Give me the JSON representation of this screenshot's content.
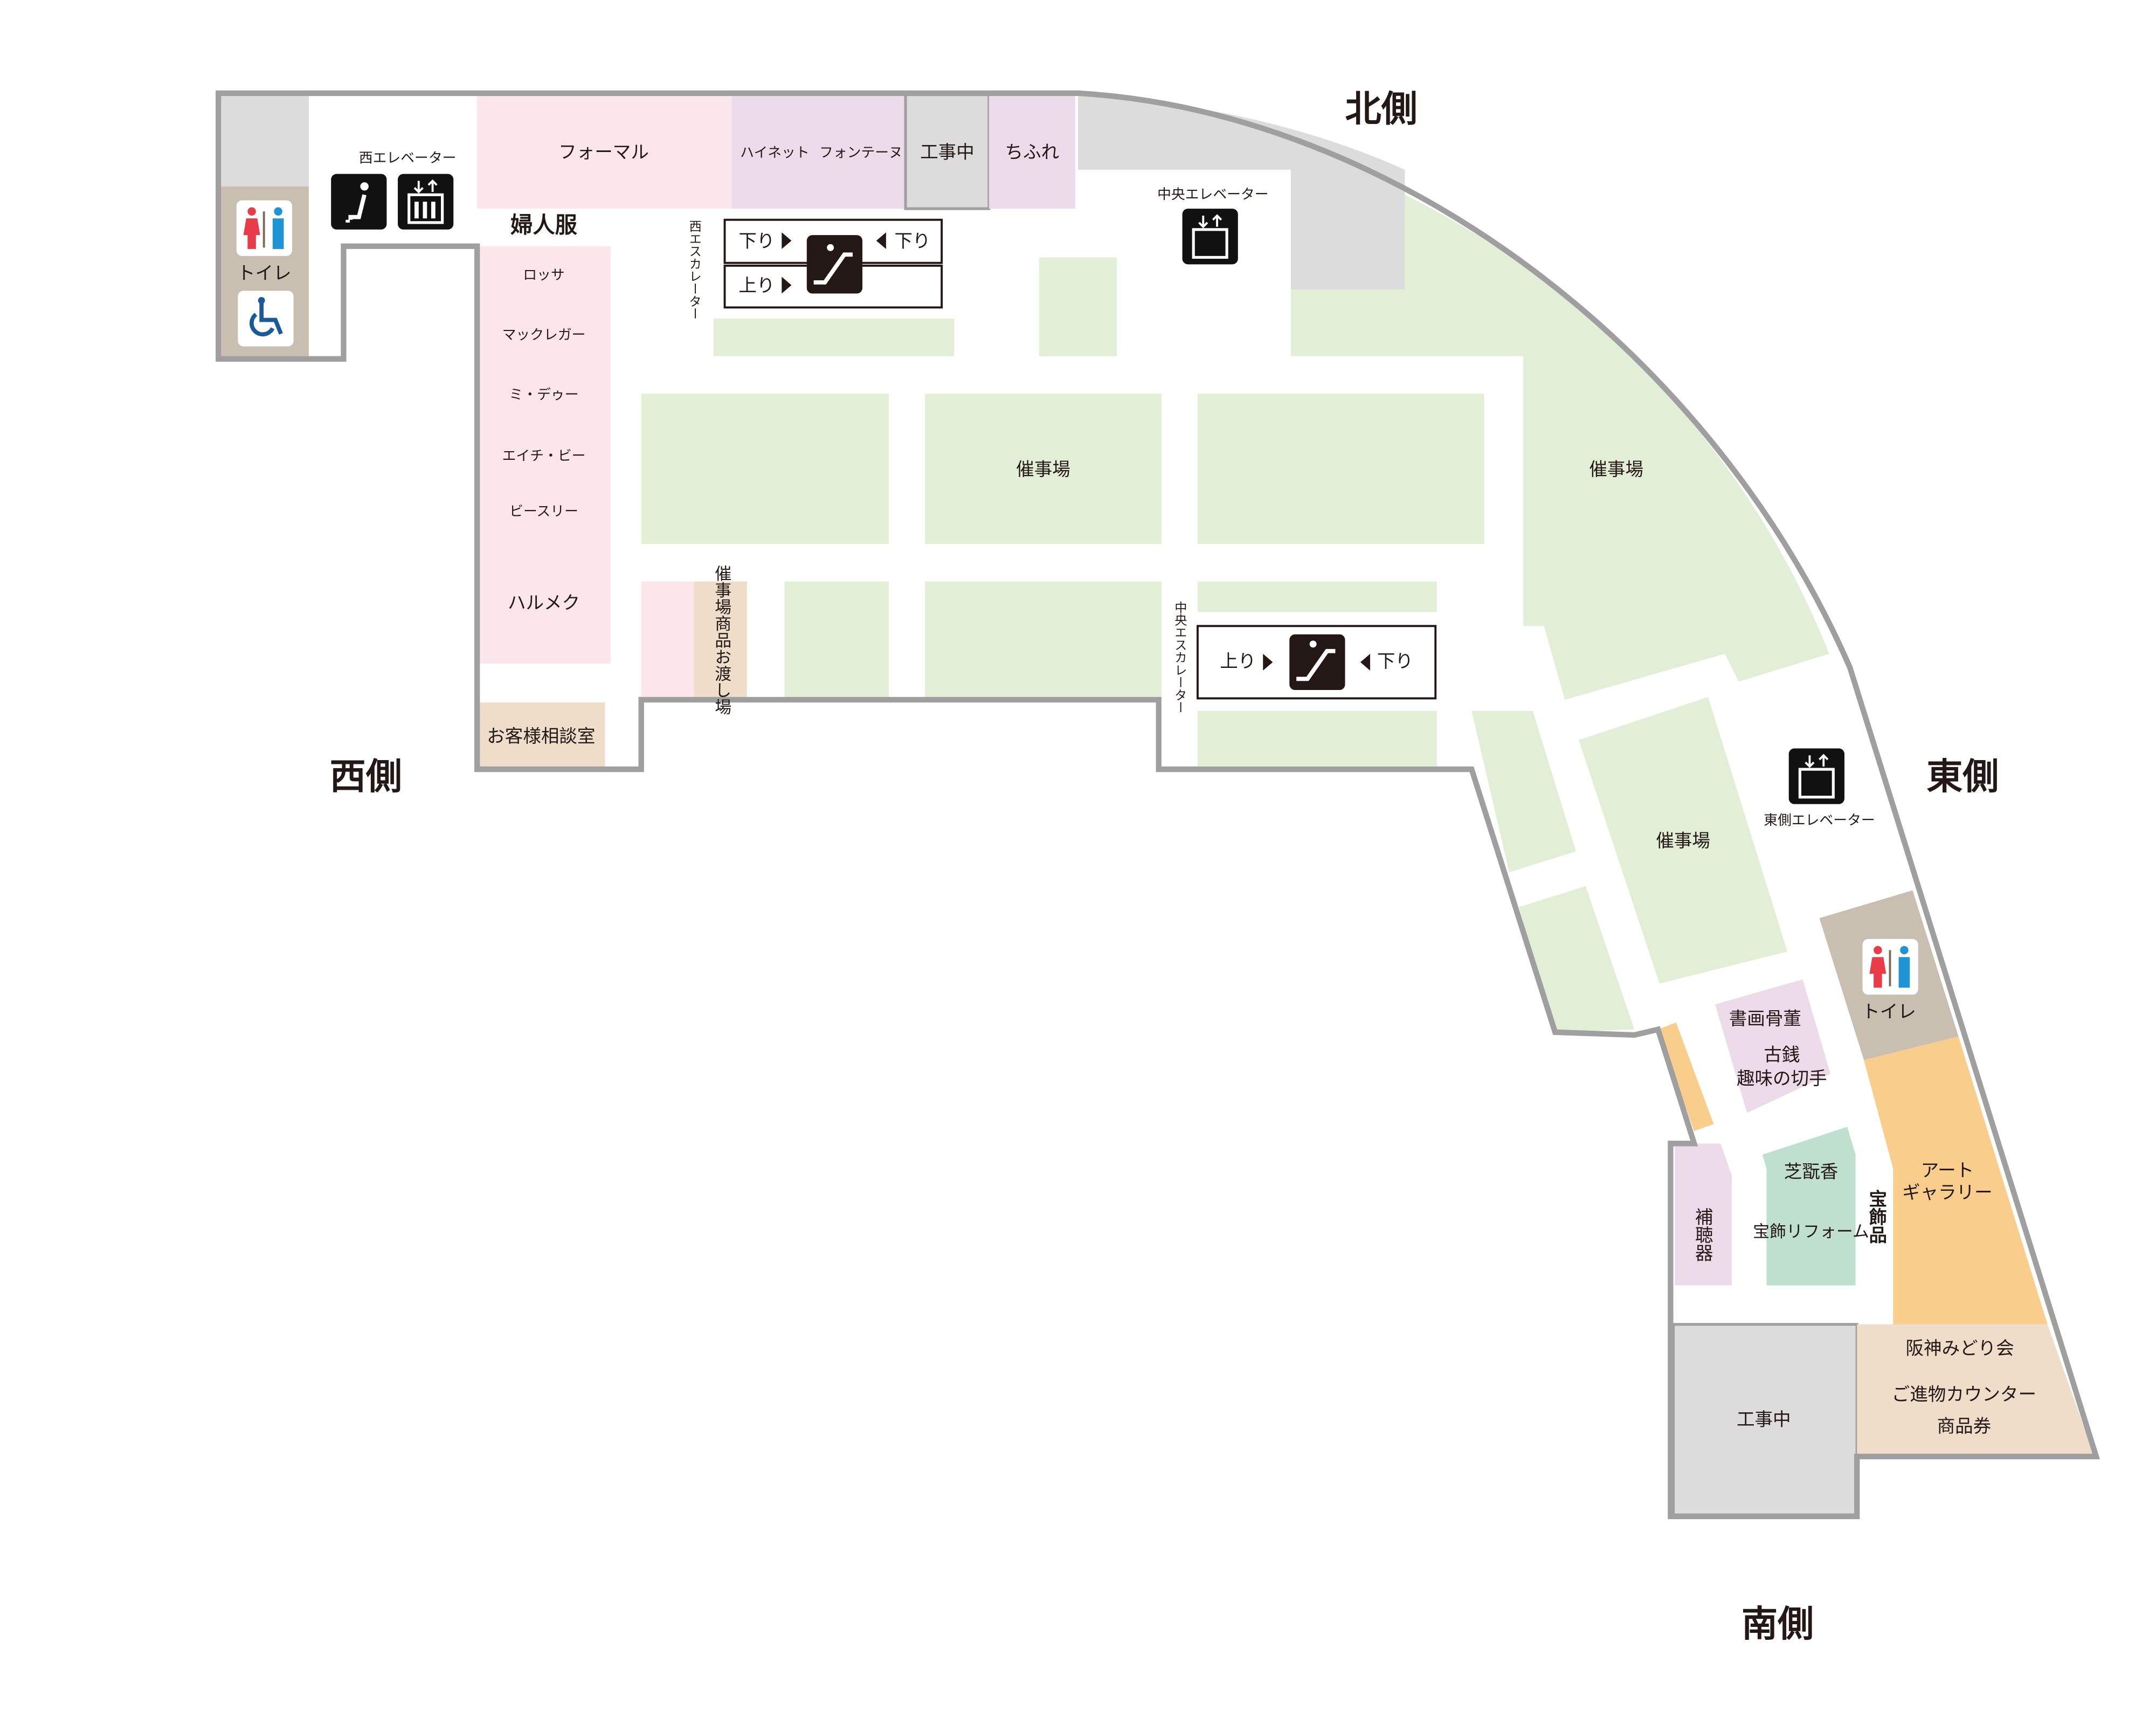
{
  "directions": {
    "north": "北側",
    "west": "西側",
    "east": "東側",
    "south": "南側"
  },
  "colors": {
    "outline": "#9f9fa0",
    "event": "#e2efd6",
    "pink": "#fbe6ec",
    "purple": "#ecdcea",
    "gray": "#dcdcdc",
    "beige": "#c8bfb0",
    "tan": "#eeddc8",
    "orange": "#f9cd8c",
    "mint": "#bfe0cf"
  },
  "west_wing": {
    "elevator_label": "西エレベーター",
    "toilet_label": "トイレ",
    "formal": "フォーマル",
    "hainet": "ハイネット",
    "fontana": "フォンテーヌ",
    "under_construction": "工事中",
    "chifure": "ちふれ",
    "womens_heading": "婦人服",
    "womens_shops": [
      "ロッサ",
      "マックレガー",
      "ミ・デゥー",
      "エイチ・ビー",
      "ビースリー",
      "ハルメク"
    ],
    "consultation": "お客様相談室",
    "pickup": "催事場商品お渡し場",
    "escalator_label": "西エスカレーター",
    "esc_down": "下り",
    "esc_up": "上り"
  },
  "center": {
    "elevator_label": "中央エレベーター",
    "event_hall": "催事場",
    "escalator_label": "中央エスカレーター",
    "esc_up": "上り",
    "esc_down": "下り"
  },
  "east_wing": {
    "event_hall_north": "催事場",
    "event_hall_east": "催事場",
    "elevator_label": "東側エレベーター",
    "toilet_label": "トイレ",
    "antiques": "書画骨董",
    "coins": "古銭",
    "stamps": "趣味の切手",
    "shikankou": "芝翫香",
    "jewelry_reform": "宝飾リフォーム",
    "jewelry": "宝飾品",
    "hearing_aids": "補聴器",
    "art_gallery_1": "アート",
    "art_gallery_2": "ギャラリー",
    "under_construction": "工事中",
    "midori_kai": "阪神みどり会",
    "gift_counter": "ご進物カウンター",
    "gift_cards": "商品券"
  }
}
